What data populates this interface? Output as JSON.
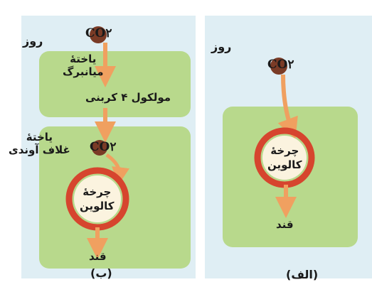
{
  "panel_b": {
    "caption": "(ب)",
    "day_label": "روز",
    "mesophyll_cell_label": "یاختهٔ\nمیانبرگ",
    "four_carbon_molecule": "مولکول ۴ کربنی",
    "bundle_sheath_cell_label": "یاختهٔ\nغلاف آوندی",
    "co2_top": "CO۲",
    "co2_inner": "CO۲",
    "calvin_cycle": "چرخهٔ\nکالوین",
    "sugar": "قند"
  },
  "panel_a": {
    "caption": "(الف)",
    "day_label": "روز",
    "co2": "CO۲",
    "calvin_cycle": "چرخهٔ\nکالوین",
    "sugar": "قند"
  },
  "colors": {
    "panel_background": "#dfeef4",
    "cell_green": "#b8d98c",
    "arrow_orange": "#f0a060",
    "cycle_red": "#d6452e",
    "cycle_center": "#fbf3df",
    "co2_ball": "#7a3b26"
  }
}
